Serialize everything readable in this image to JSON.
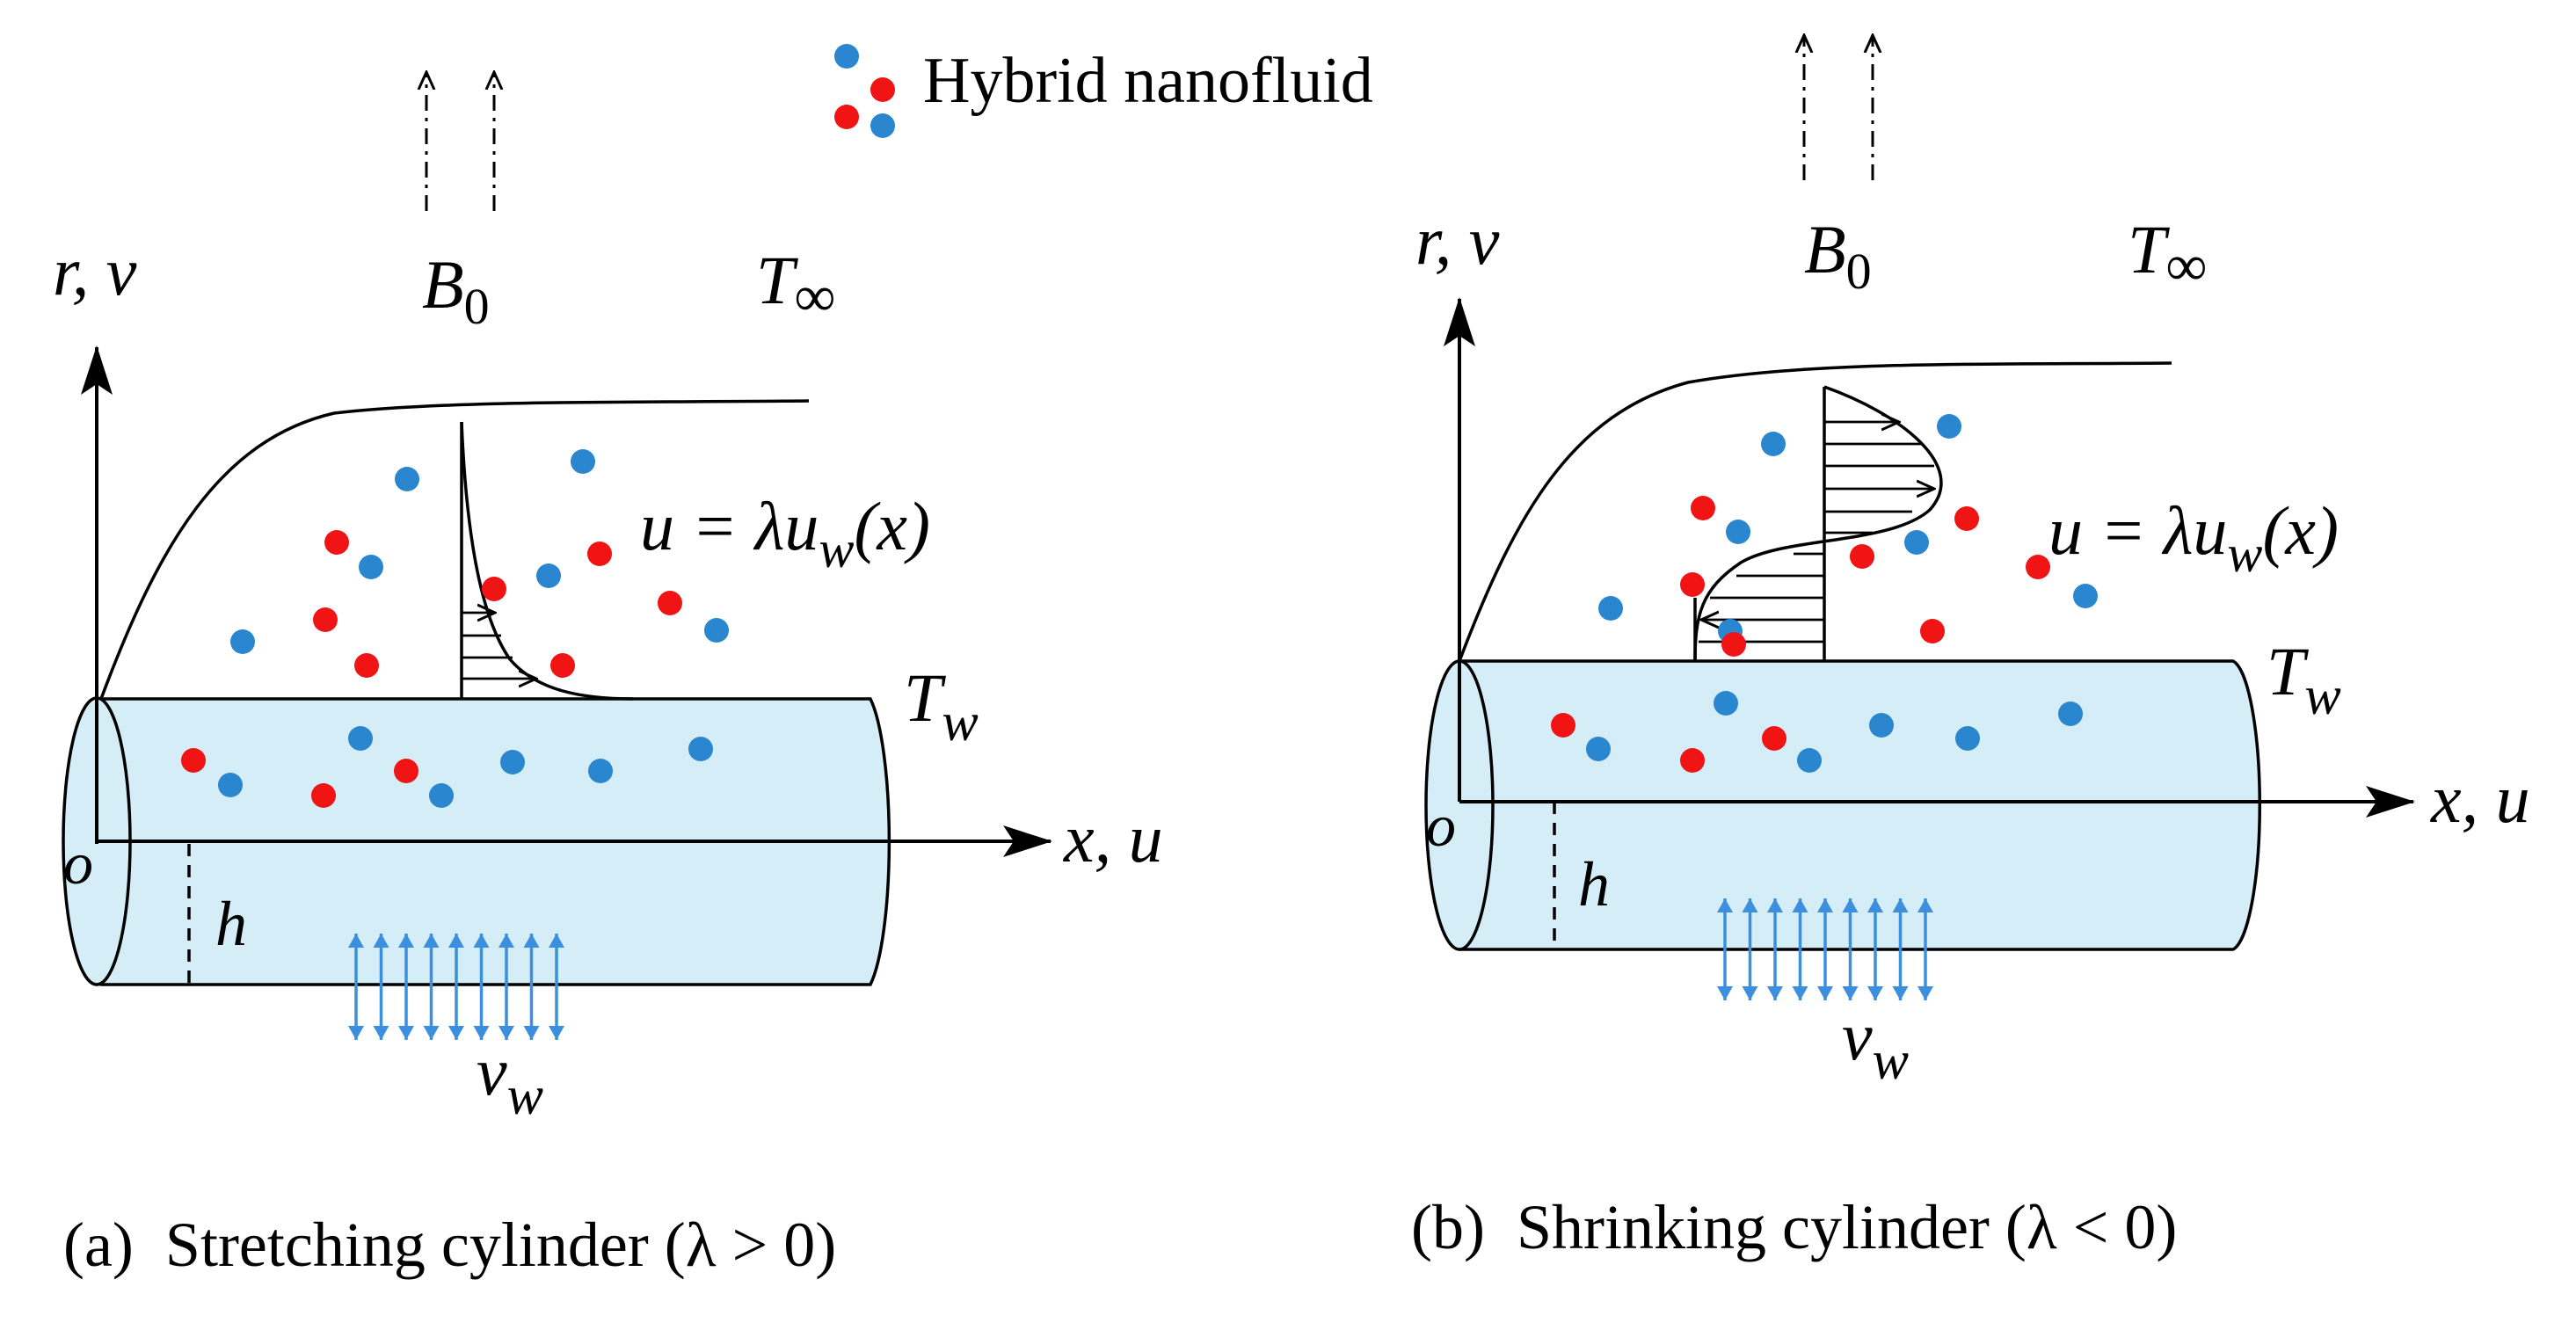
{
  "legend": {
    "label": "Hybrid nanofluid"
  },
  "panels": [
    {
      "axis_y": "r, v",
      "axis_x": "x, u",
      "origin": "o",
      "h": "h",
      "field_main": "B",
      "field_sub": "0",
      "t_main": "T",
      "t_inf": "∞",
      "tw_main": "T",
      "tw_sub": "w",
      "vw_main": "v",
      "vw_sub": "w",
      "eq_pre": "u = λu",
      "eq_sub": "w",
      "eq_post": "(x)",
      "caption": "(a)  Stretching cylinder (λ > 0)"
    },
    {
      "axis_y": "r, v",
      "axis_x": "x, u",
      "origin": "o",
      "h": "h",
      "field_main": "B",
      "field_sub": "0",
      "t_main": "T",
      "t_inf": "∞",
      "tw_main": "T",
      "tw_sub": "w",
      "vw_main": "v",
      "vw_sub": "w",
      "eq_pre": "u = λu",
      "eq_sub": "w",
      "eq_post": "(x)",
      "caption": "(b)  Shrinking cylinder (λ < 0)"
    }
  ],
  "colors": {
    "cylinder_fill": "#d4edf6",
    "particle_red": "#f01414",
    "particle_blue": "#2a86cf",
    "suction_arrow": "#3b8fdc",
    "line": "#000000"
  }
}
